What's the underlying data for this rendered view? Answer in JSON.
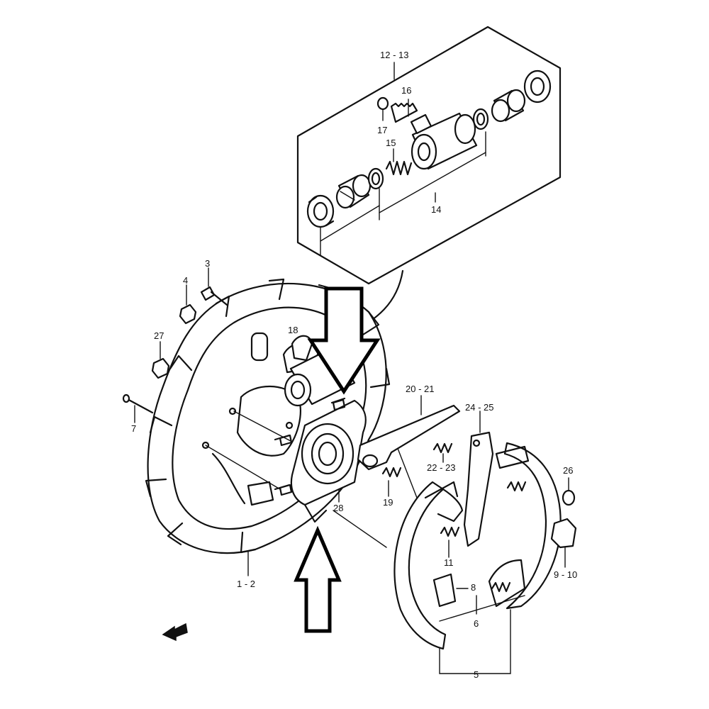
{
  "colors": {
    "ink": "#111111",
    "paper": "#ffffff"
  },
  "icons": {
    "front_arrow": "front-direction-arrow-icon",
    "callout_down": "callout-arrow-down-icon",
    "callout_up": "callout-arrow-up-icon"
  },
  "labels": {
    "l12_13": "12 - 13",
    "l16": "16",
    "l17": "17",
    "l15": "15",
    "l14": "14",
    "l3": "3",
    "l4": "4",
    "l18": "18",
    "l27": "27",
    "l7": "7",
    "l20_21": "20 - 21",
    "l24_25": "24 - 25",
    "l22_23": "22 - 23",
    "l19": "19",
    "l28": "28",
    "l26": "26",
    "l11": "11",
    "l8": "8",
    "l9_10": "9 - 10",
    "l6": "6",
    "l1_2": "1 - 2",
    "l5": "5"
  }
}
